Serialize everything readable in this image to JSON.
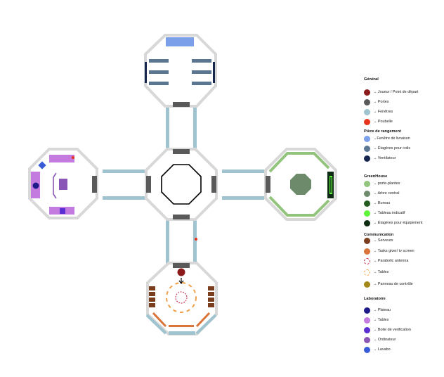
{
  "legend": {
    "sections": [
      {
        "title": "Général",
        "items": [
          {
            "label": "→ Joueur / Point de départ",
            "color": "#8b1a1a"
          },
          {
            "label": "→ Portes",
            "color": "#5a5a5a"
          },
          {
            "label": "→ Fenêtres",
            "color": "#9fc3cf"
          },
          {
            "label": "→ Poubelle",
            "color": "#e8331c"
          }
        ]
      },
      {
        "title": "Pièce de rangement",
        "items": [
          {
            "label": "→Fenêtre de livraison",
            "color": "#7b9fe8"
          },
          {
            "label": "→ Étagères pour colis",
            "color": "#5b7690"
          },
          {
            "label": "→ Ventilateur",
            "color": "#16264f"
          }
        ]
      },
      {
        "title": "GreenHouse",
        "items": [
          {
            "label": "→ porte-plantes",
            "color": "#93c47d"
          },
          {
            "label": "→ Arbre central",
            "color": "#6d8a6b"
          },
          {
            "label": "→ Bureau",
            "color": "#245c1f"
          },
          {
            "label": "→ Tableau indicatif",
            "color": "#5df53a"
          },
          {
            "label": "→ Étagères pour équipement",
            "color": "#0d2a12"
          }
        ]
      },
      {
        "title": "Communication",
        "items": [
          {
            "label": "→ Serveurs",
            "color": "#7a3e1e"
          },
          {
            "label": "→ Tasks giver/ tv screen",
            "color": "#d9753a"
          },
          {
            "label": "→ Parabolic antenna",
            "color": "#c81e3c",
            "style": "dashed-r"
          },
          {
            "label": "→ Tables",
            "color": "#f0a04a",
            "style": "dashed-o"
          },
          {
            "label": "→ Panneau de contrôle",
            "color": "#a38a18"
          }
        ]
      },
      {
        "title": "Laboratoire",
        "items": [
          {
            "label": "→ Plateau",
            "color": "#1e1a8a"
          },
          {
            "label": "→ Tables",
            "color": "#c37be0"
          },
          {
            "label": "→ Boite de verification",
            "color": "#5b2ed1"
          },
          {
            "label": "→ Ordinateur",
            "color": "#8a57b6"
          },
          {
            "label": "→ Lavabo",
            "color": "#3a5bd6"
          }
        ]
      }
    ]
  }
}
